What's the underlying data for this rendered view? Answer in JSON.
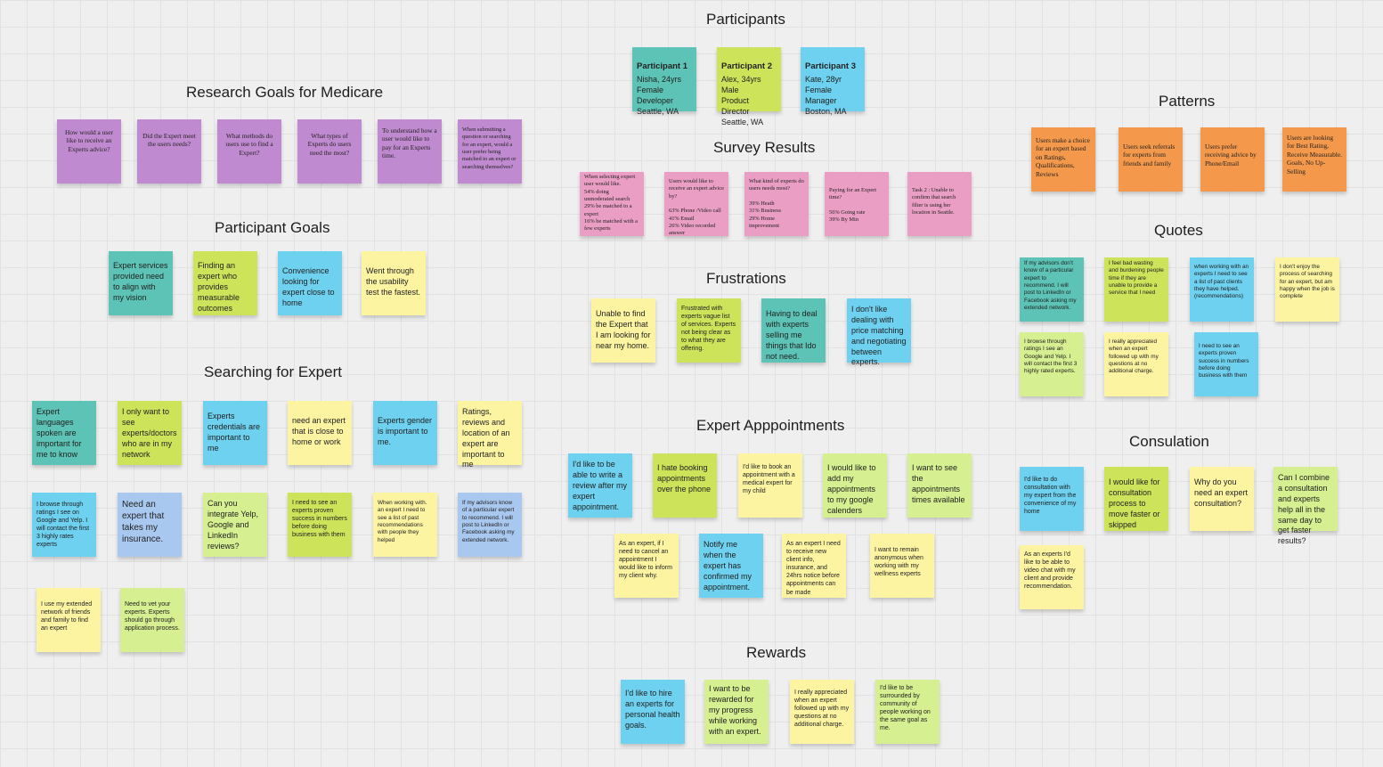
{
  "colors": {
    "purple": "#c08ad0",
    "teal": "#5cc3b6",
    "lime": "#cde45a",
    "blue": "#6dd1ef",
    "yellow": "#fdf4a2",
    "light_green": "#d6ef90",
    "pink": "#ea9ec4",
    "orange": "#f4984b",
    "light_blue": "#a9c8ef",
    "canvas": "#efefef"
  },
  "research_goals": {
    "title": "Research Goals for Medicare",
    "notes": [
      "How would  a user like to receive an Experts advice?",
      "Did the Expert meet the users needs?",
      "What methods do users use to find a Expert?",
      "What types of Experts do users need the most?",
      "To understand how a user would like to pay for an Experts time.",
      "When submitting a question or searching for an expert, would a user prefer being matched to an expert or searching themselves?"
    ]
  },
  "participant_goals": {
    "title": "Participant Goals",
    "notes": [
      "Expert services provided need to align with my vision",
      "Finding an expert who provides measurable outcomes",
      "Convenience looking for expert close to home",
      "Went through the usability test the fastest."
    ]
  },
  "searching": {
    "title": "Searching for Expert",
    "notes": [
      "Expert languages spoken are important for me to know",
      "I only want to see experts/doctors who are in my network",
      "Experts credentials are important to me",
      "need an expert that is close to home or work",
      "Experts gender is important to me.",
      "Ratings, reviews and location of an expert are important to me",
      "I browse through ratings I see on Google and Yelp. I will contact the first 3 highly rates experts",
      "Need an expert that takes my insurance.",
      "Can you integrate Yelp, Google and LinkedIn reviews?",
      "I need to see an experts proven success in numbers before doing business with them",
      "When working with. an expert I need to see a list of past recommendations with people they helped",
      "If my advisors know of a particular expert to recommend. I will post to LinkedIn or Facebook asking my extended network.",
      "I use my extended network of friends and family to find an expert",
      "Need to vet your experts. Experts should go through application process."
    ]
  },
  "participants": {
    "title": "Participants",
    "cards": [
      {
        "name": "Participant 1",
        "details": "Nisha, 24yrs\nFemale\nDeveloper\nSeattle, WA"
      },
      {
        "name": "Participant 2",
        "details": "Alex, 34yrs\nMale\nProduct Director\nSeattle, WA"
      },
      {
        "name": "Participant 3",
        "details": "Kate, 28yr\nFemale\nManager\nBoston, MA"
      }
    ]
  },
  "survey": {
    "title": "Survey Results",
    "notes": [
      "When selecting expert user would like.\n54% doing unmoderated search\n29% be matched to a expert\n16% be matched with a few experts",
      "Users would like to receive an expert advice by?\n\n63% Phone /Video call\n41% Email\n26% Video recorded answer",
      "What kind of experts do users needs most?\n\n39% Heath\n31% Business\n29% Home improvement",
      "Paying for an Expert time?\n\n56% Going rate\n39%  By Min",
      "Task 2 : Unable to confirm that search filter is using her location in Seattle."
    ]
  },
  "frustrations": {
    "title": "Frustrations",
    "notes": [
      "Unable to find the Expert that I am looking for near my home.",
      "Frustrated with experts vague list of services. Experts not being clear as to what they are offering.",
      "Having to deal with experts selling me things that Ido not need.",
      "I don't like dealing with price matching and negotiating between experts."
    ]
  },
  "appointments": {
    "title": "Expert Apppointments",
    "notes": [
      "I'd like to be able to write a review after my expert appointment.",
      "I hate booking appointments over the phone",
      "I'd like to book an appointment with a medical expert for my child",
      "I would like to add my appointments to my google calenders",
      "I want to see the appointments times available",
      "As an expert, if I need to cancel an appointment I would like to inform my client why.",
      "Notify me when the expert has confirmed my appointment.",
      "As an expert I need to receive new client info, insurance, and 24hrs notice before appointments can be made",
      "I want to remain anonymous when working with my wellness experts"
    ]
  },
  "rewards": {
    "title": "Rewards",
    "notes": [
      "I'd like to hire an experts for personal health goals.",
      "I want to be rewarded for my progress while working with an expert.",
      "I really appreciated when an expert followed up with my questions at no additional charge.",
      "I'd like to be surrounded by community of people working on the same goal as me."
    ]
  },
  "patterns": {
    "title": "Patterns",
    "notes": [
      "Users make a choice for an expert based on Ratings, Qualifications, Reviews",
      "Users seek referrals for experts from friends and family",
      "Users prefer receiving advice by Phone/Email",
      "Users are looking for Best Rating, Receive Measurable. Goals, No Up-Selling"
    ]
  },
  "quotes": {
    "title": "Quotes",
    "notes": [
      "If my advisors don't know of a particular expert to recommend. I will post to LinkedIn or Facebook asking my extended network.",
      "I feel bad wasting and burdening people time if they are unable to provide a service that I need",
      "when working with an experts I need to see a list of past clients they have helped. (recommendations)",
      "I don't enjoy the process of searching for an expert, but am happy when the job is complete",
      "I browse through ratings I see an Google and Yelp. I will contact the first 3 highly rated experts.",
      "I really appreciated when an expert followed up with my questions at no additional charge.",
      "I need to see an experts proven success in numbers before doing business with them"
    ]
  },
  "consultation": {
    "title": "Consulation",
    "notes": [
      "I'd like to do consultation with my expert from the convenience of my home",
      "I would like for consultation process to move faster or skipped",
      "Why do you need an expert consultation?",
      "Can I combine a consultation and experts help all in the same day to get faster results?",
      "As an experts I'd like to be able to video chat with my client and provide recommendation."
    ]
  }
}
